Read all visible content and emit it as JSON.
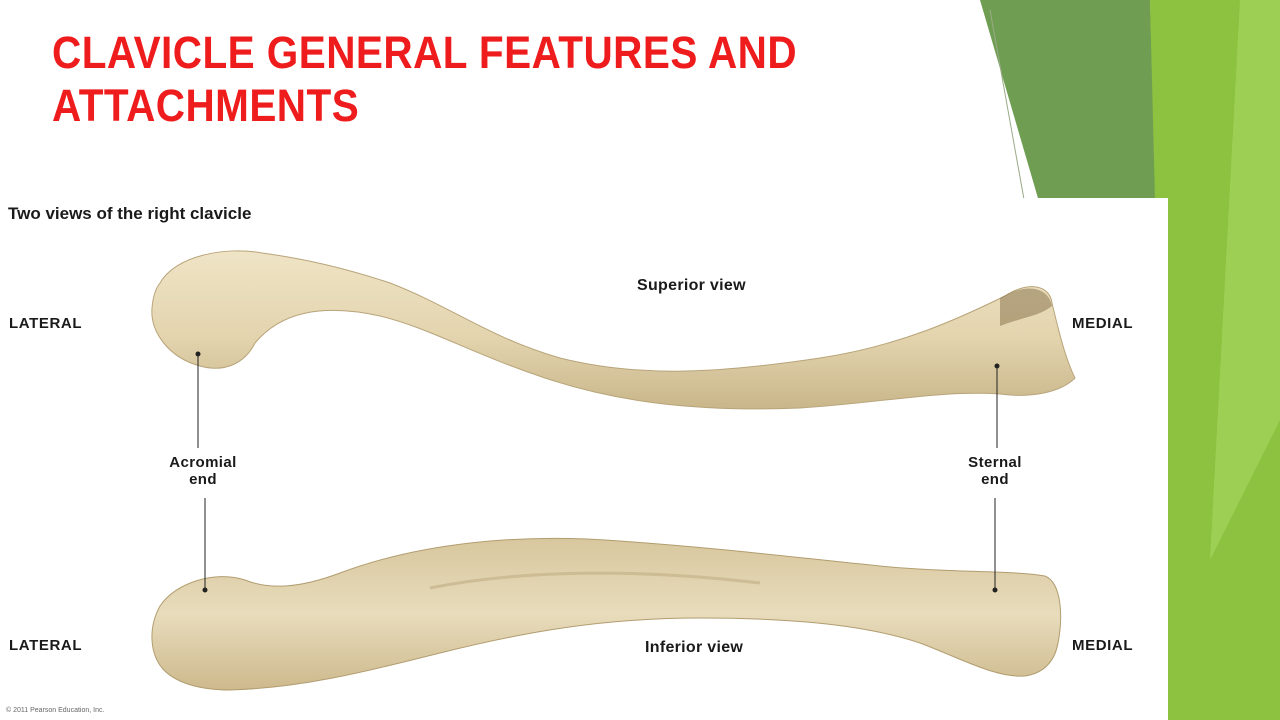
{
  "slide": {
    "title_line1": "CLAVICLE GENERAL FEATURES AND",
    "title_line2": "ATTACHMENTS",
    "title_color": "#ee1c1c",
    "accent_greens": [
      "#8dc63f",
      "#6aa84f",
      "#9bd150",
      "#c7e59a"
    ]
  },
  "figure": {
    "caption": "Two views of the right clavicle",
    "superior": {
      "view_label": "Superior view",
      "lateral_label": "LATERAL",
      "medial_label": "MEDIAL"
    },
    "inferior": {
      "view_label": "Inferior view",
      "lateral_label": "LATERAL",
      "medial_label": "MEDIAL"
    },
    "acromial_label": [
      "Acromial",
      "end"
    ],
    "sternal_label": [
      "Sternal",
      "end"
    ],
    "credit": "© 2011 Pearson Education, Inc.",
    "bone_color": "#e6d9b8"
  }
}
